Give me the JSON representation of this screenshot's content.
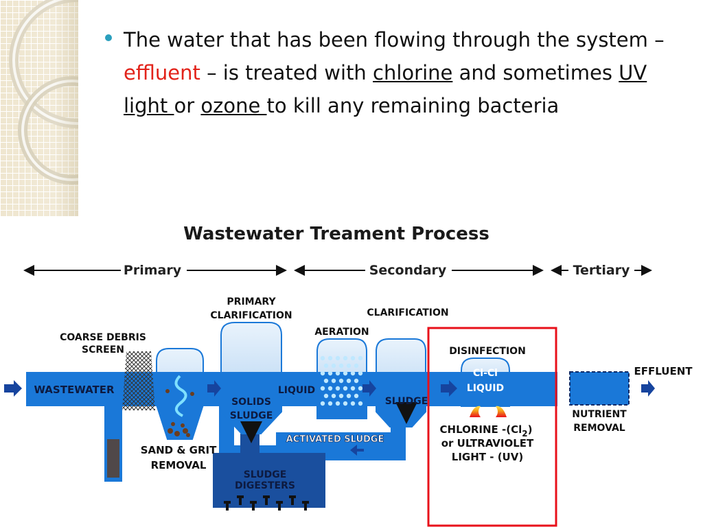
{
  "bullet": {
    "t1": "The water that has been flowing through the system – ",
    "effluent": "effluent",
    "t2": " – is treated with ",
    "chlorine": "chlorine",
    "t3": " and sometimes ",
    "uv": "UV light ",
    "t4": "or ",
    "ozone": "ozone ",
    "t5": "to kill any remaining bacteria"
  },
  "diagram": {
    "title": "Wastewater Treament Process",
    "stage_primary": "Primary",
    "stage_secondary": "Secondary",
    "stage_tertiary": "Tertiary",
    "wastewater": "WASTEWATER",
    "coarse_1": "COARSE DEBRIS",
    "coarse_2": "SCREEN",
    "sand_1": "SAND & GRIT",
    "sand_2": "REMOVAL",
    "primary_clar_1": "PRIMARY",
    "primary_clar_2": "CLARIFICATION",
    "solids": "SOLIDS",
    "sludge": "SLUDGE",
    "liquid": "LIQUID",
    "aeration": "AERATION",
    "clarification": "CLARIFICATION",
    "sludge2": "SLUDGE",
    "activated_sludge": "ACTIVATED SLUDGE",
    "digesters_1": "SLUDGE",
    "digesters_2": "DIGESTERS",
    "disinfection": "DISINFECTION",
    "clcl": "Cl-Cl",
    "liquid2": "LIQUID",
    "chlorine_1a": "CHLORINE -(Cl",
    "chlorine_1sub": "2",
    "chlorine_1b": ")",
    "chlorine_2": "or ULTRAVIOLET",
    "chlorine_3": "LIGHT - (UV)",
    "nutrient_1": "NUTRIENT",
    "nutrient_2": "REMOVAL",
    "effluent": "EFFLUENT"
  },
  "colors": {
    "pipe_blue": "#1a78d8",
    "dark_blue": "#16449e",
    "highlight_red": "#e8101a",
    "text_red": "#e2231a",
    "bullet_teal": "#2a9fbd"
  }
}
